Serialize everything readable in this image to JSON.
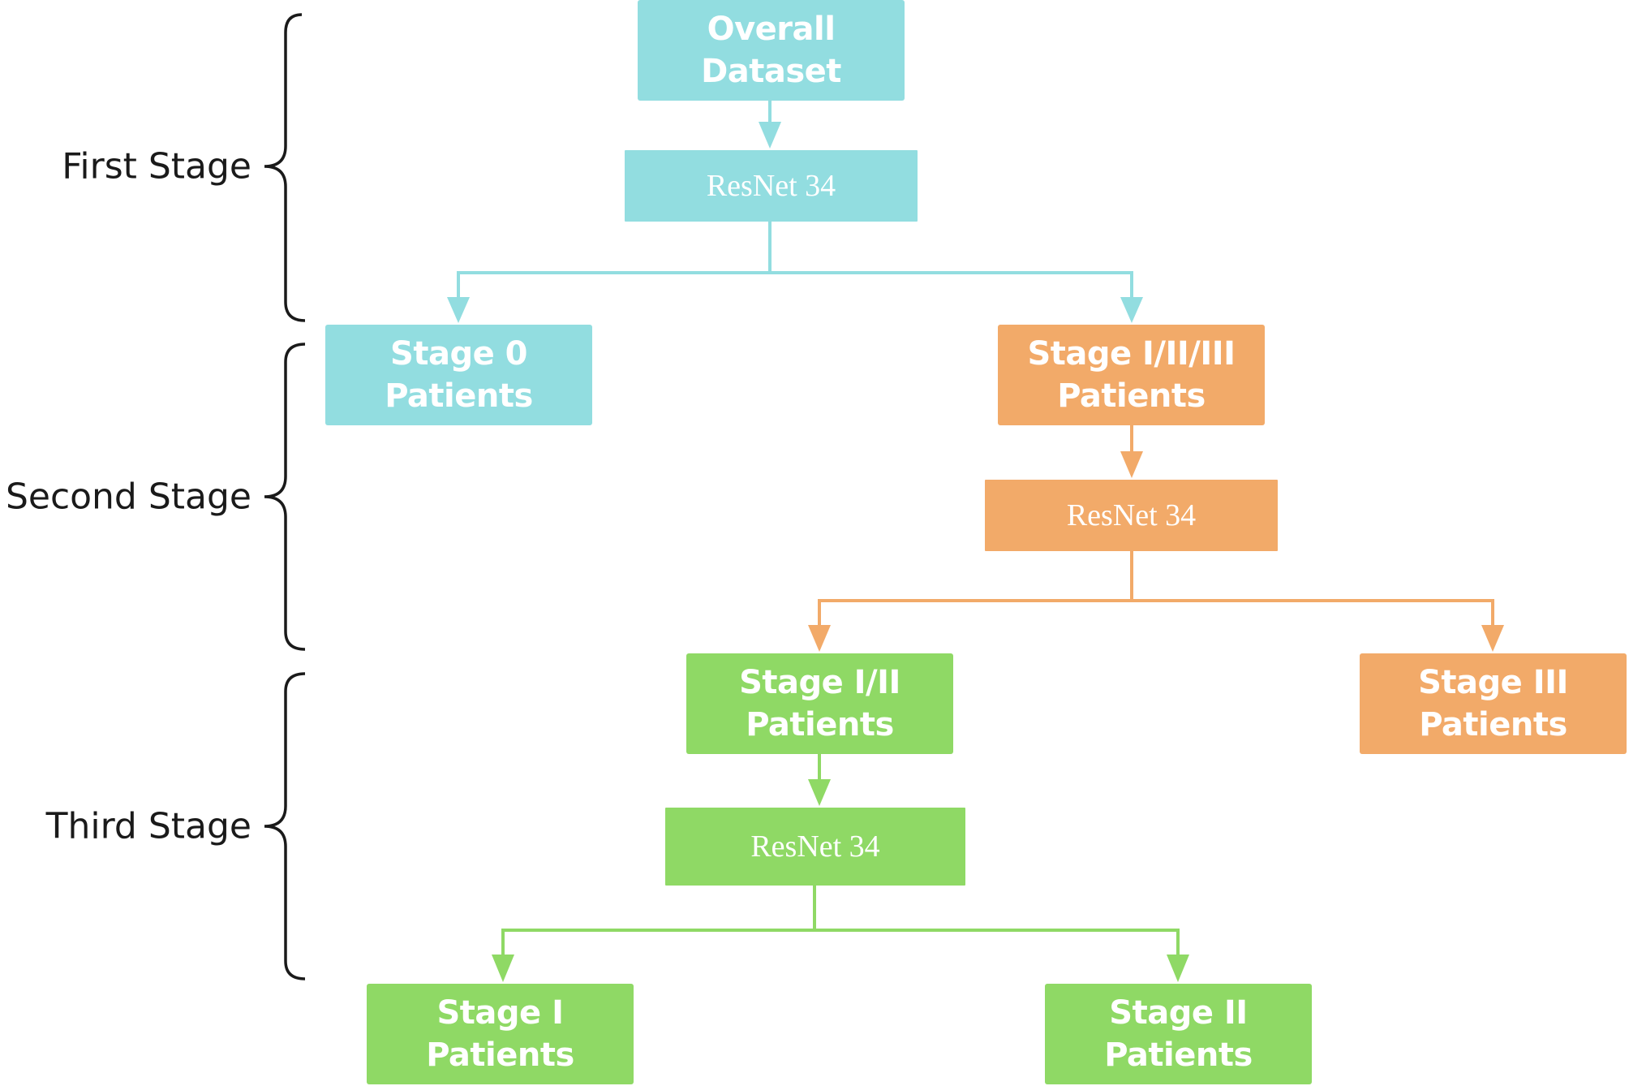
{
  "stages": [
    {
      "label": "First Stage"
    },
    {
      "label": "Second Stage"
    },
    {
      "label": "Third Stage"
    }
  ],
  "nodes": {
    "overall": {
      "line1": "Overall",
      "line2": "Dataset"
    },
    "resnet_first": {
      "label": "ResNet 34"
    },
    "stage0": {
      "line1": "Stage 0",
      "line2": "Patients"
    },
    "stage123": {
      "line1": "Stage I/II/III",
      "line2": "Patients"
    },
    "resnet_second": {
      "label": "ResNet 34"
    },
    "stage12": {
      "line1": "Stage I/II",
      "line2": "Patients"
    },
    "stage3": {
      "line1": "Stage III",
      "line2": "Patients"
    },
    "resnet_third": {
      "label": "ResNet 34"
    },
    "stage1": {
      "line1": "Stage I",
      "line2": "Patients"
    },
    "stage2": {
      "line1": "Stage II",
      "line2": "Patients"
    }
  },
  "colors": {
    "teal": "#92dde0",
    "orange": "#f2aa69",
    "green": "#8fd965",
    "brace": "#1a1a1a"
  }
}
